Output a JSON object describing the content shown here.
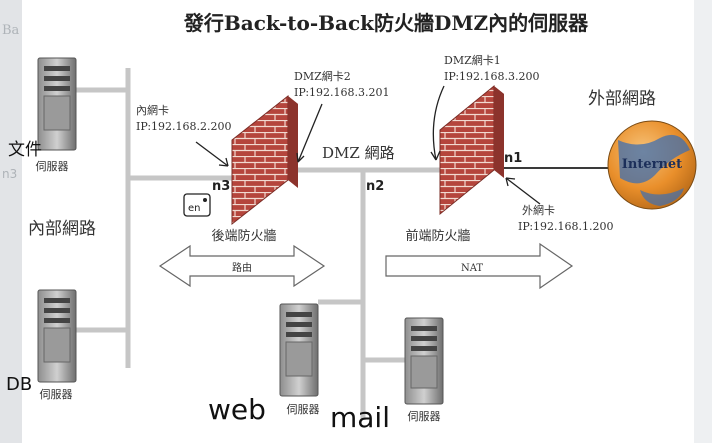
{
  "title": "發行Back-to-Back防火牆DMZ內的伺服器",
  "side_ghost_text": {
    "top": "Ba",
    "mid": "n3"
  },
  "networks": {
    "internal": "內部網路",
    "dmz": "DMZ 網路",
    "external": "外部網路"
  },
  "internet_label": "Internet",
  "nic_labels": {
    "internal_nic": {
      "name": "內網卡",
      "ip": "IP:192.168.2.200"
    },
    "dmz_nic2": {
      "name": "DMZ網卡2",
      "ip": "IP:192.168.3.201"
    },
    "dmz_nic1": {
      "name": "DMZ網卡1",
      "ip": "IP:192.168.3.200"
    },
    "external_nic": {
      "name": "外網卡",
      "ip": "IP:192.168.1.200"
    }
  },
  "interfaces": {
    "n1": "n1",
    "n2": "n2",
    "n3": "n3"
  },
  "firewalls": {
    "back": "後端防火牆",
    "front": "前端防火牆"
  },
  "arrows": {
    "routing": "路由",
    "nat": "NAT"
  },
  "servers": {
    "file": {
      "caption": "伺服器",
      "overlay": "文件"
    },
    "db": {
      "caption": "伺服器",
      "overlay": "DB"
    },
    "web": {
      "caption": "伺服器",
      "overlay": "web"
    },
    "mail": {
      "caption": "伺服器",
      "overlay": "mail"
    }
  },
  "ime_badge": "en",
  "colors": {
    "brick": "#b5453c",
    "brick_top": "#9a3a32",
    "mortar": "#f2d9d0",
    "line": "#c8c8c8",
    "globe": "#e98f2b",
    "globe_dark": "#2d4d8c"
  }
}
